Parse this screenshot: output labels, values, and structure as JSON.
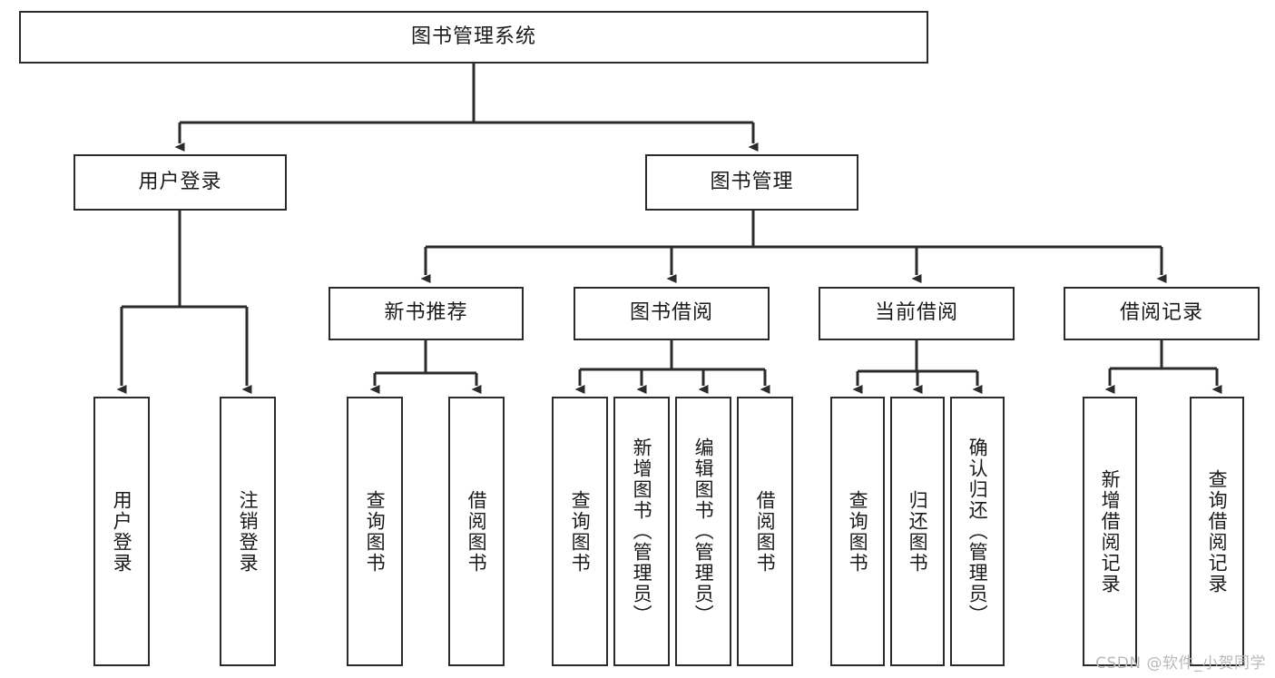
{
  "diagram": {
    "title": "图书管理系统",
    "type": "tree-hierarchy-diagram",
    "colors": {
      "stroke": "#2b2b2b",
      "fill": "#ffffff",
      "text": "#1a1a1a",
      "watermark": "#b9b9b9"
    },
    "root": {
      "label": "图书管理系统"
    },
    "level2": [
      {
        "label": "用户登录"
      },
      {
        "label": "图书管理"
      }
    ],
    "level3": [
      {
        "label": "新书推荐"
      },
      {
        "label": "图书借阅"
      },
      {
        "label": "当前借阅"
      },
      {
        "label": "借阅记录"
      }
    ],
    "leaves": {
      "user_login": [
        {
          "label": "用户登录"
        },
        {
          "label": "注销登录"
        }
      ],
      "new_book_recommend": [
        {
          "label": "查询图书"
        },
        {
          "label": "借阅图书"
        }
      ],
      "book_borrow": [
        {
          "label": "查询图书"
        },
        {
          "label": "新增图书（管理员）"
        },
        {
          "label": "编辑图书（管理员）"
        },
        {
          "label": "借阅图书"
        }
      ],
      "current_borrow": [
        {
          "label": "查询图书"
        },
        {
          "label": "归还图书"
        },
        {
          "label": "确认归还（管理员）"
        }
      ],
      "borrow_record": [
        {
          "label": "新增借阅记录"
        },
        {
          "label": "查询借阅记录"
        }
      ]
    }
  },
  "watermark": {
    "text": "CSDN @软件_小贺同学"
  }
}
